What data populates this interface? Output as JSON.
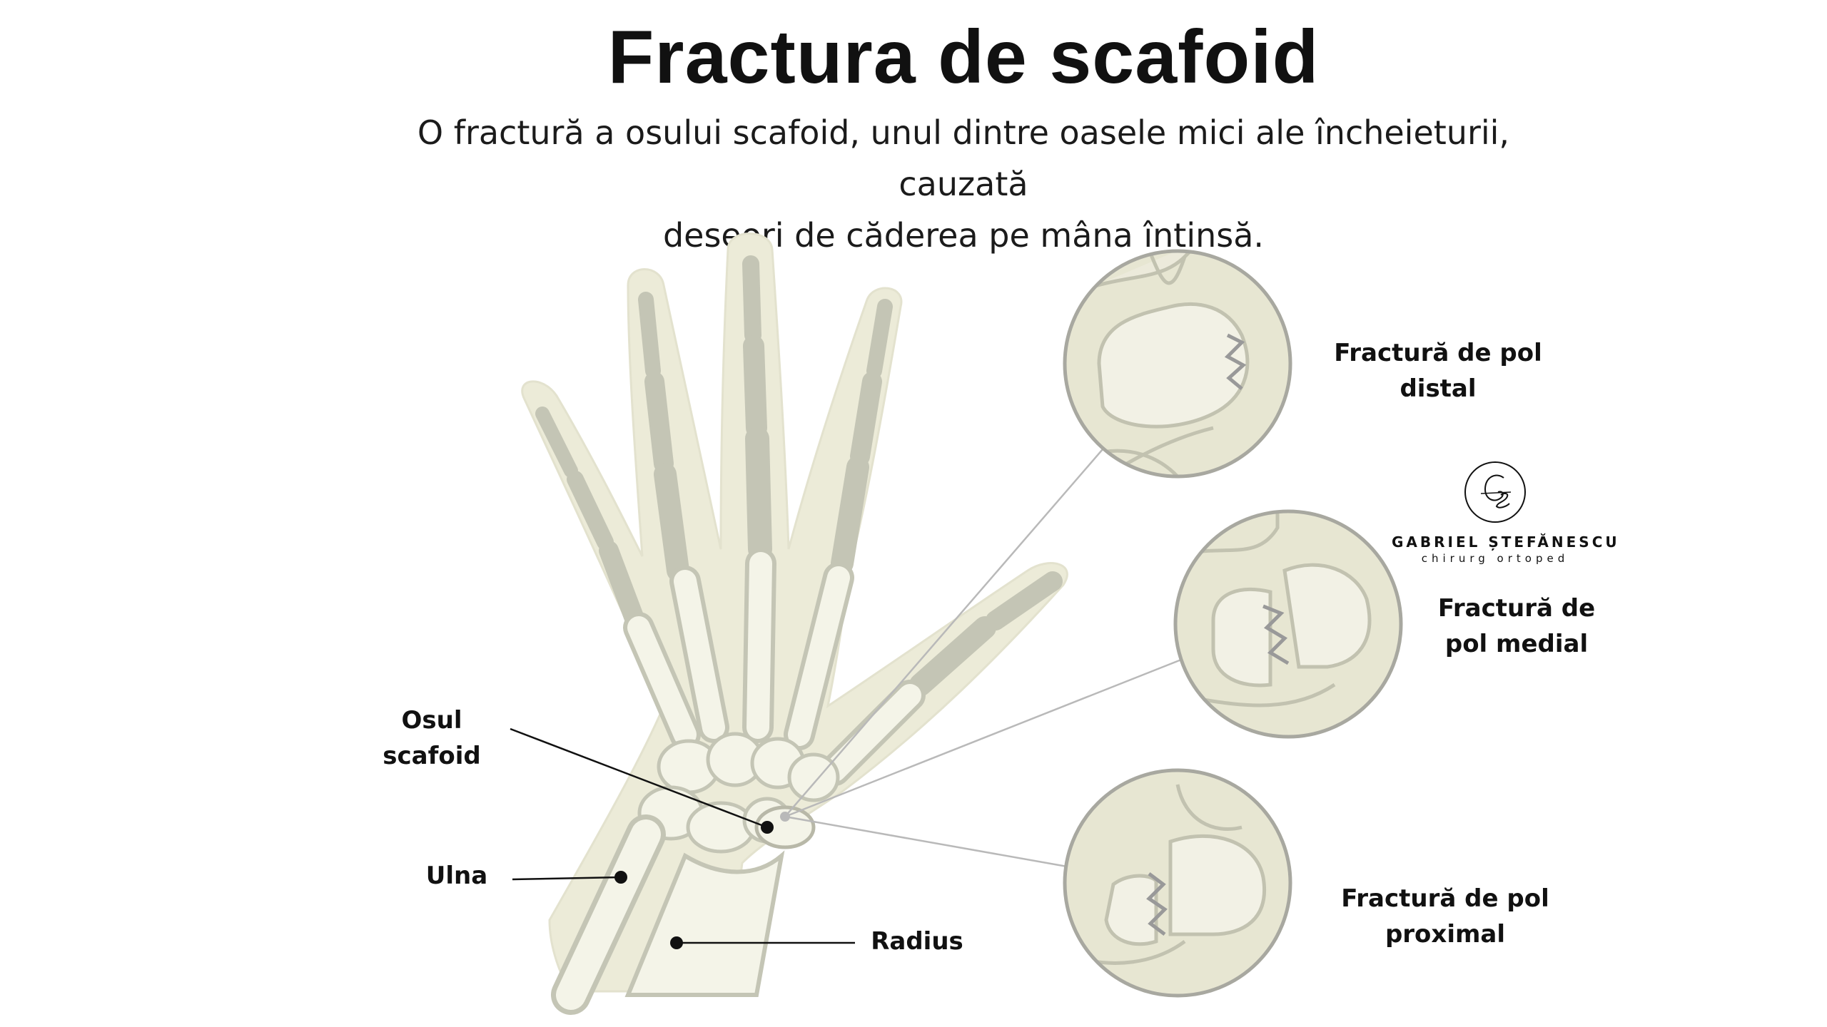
{
  "header": {
    "title": "Fractura de scafoid",
    "subtitle_line1": "O fractură a osului scafoid, unul dintre oasele mici ale încheieturii, cauzată",
    "subtitle_line2": "deseori de căderea pe mâna întinsă."
  },
  "labels": {
    "scaphoid_line1": "Osul",
    "scaphoid_line2": "scafoid",
    "ulna": "Ulna",
    "radius": "Radius"
  },
  "insets": [
    {
      "line1": "Fractură de pol",
      "line2": "distal"
    },
    {
      "line1": "Fractură de",
      "line2": "pol medial"
    },
    {
      "line1": "Fractură de pol",
      "line2": "proximal"
    }
  ],
  "logo": {
    "name": "GABRIEL ȘTEFĂNESCU",
    "subtitle": "chirurg ortoped",
    "icon": "gs-monogram-icon"
  },
  "colors": {
    "skin": "#ecebd8",
    "bone": "#f4f4e8",
    "bone_outline": "#c4c5b5",
    "inset_ring": "#a8a8a0",
    "leader": "#111111",
    "callout": "#b9b9b9"
  }
}
